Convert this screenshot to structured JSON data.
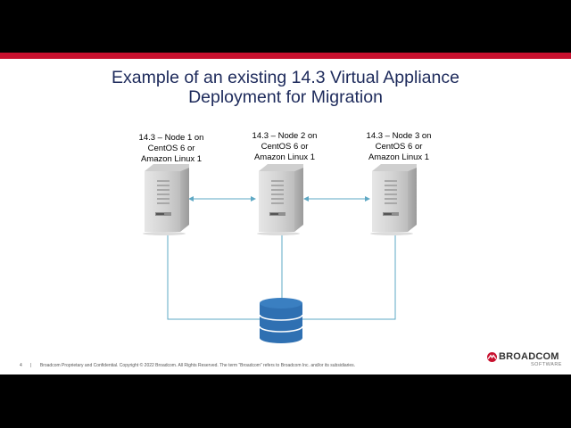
{
  "slide": {
    "title_line1": "Example of an existing 14.3 Virtual Appliance",
    "title_line2": "Deployment for Migration"
  },
  "nodes": [
    {
      "lines": [
        "14.3 – Node 1 on",
        "CentOS 6 or",
        "Amazon Linux 1"
      ],
      "icon": "server-icon"
    },
    {
      "lines": [
        "14.3 – Node 2 on",
        "CentOS 6 or",
        "Amazon Linux 1"
      ],
      "icon": "server-icon"
    },
    {
      "lines": [
        "14.3 – Node 3 on",
        "CentOS 6 or",
        "Amazon Linux 1"
      ],
      "icon": "server-icon"
    }
  ],
  "database": {
    "icon": "database-icon"
  },
  "footer": {
    "page_number": "4",
    "separator": "|",
    "text": "Broadcom Proprietary and Confidential.  Copyright © 2022 Broadcom.  All Rights Reserved. The term “Broadcom” refers to Broadcom Inc. and/or its subsidiaries."
  },
  "logo": {
    "word": "BROADCOM",
    "sub": "SOFTWARE",
    "icon": "broadcom-logo-icon"
  },
  "colors": {
    "accent_red": "#c8102e",
    "title_navy": "#1d2a5b",
    "connector_teal": "#5ea8c4",
    "database_blue": "#2f70b2"
  }
}
